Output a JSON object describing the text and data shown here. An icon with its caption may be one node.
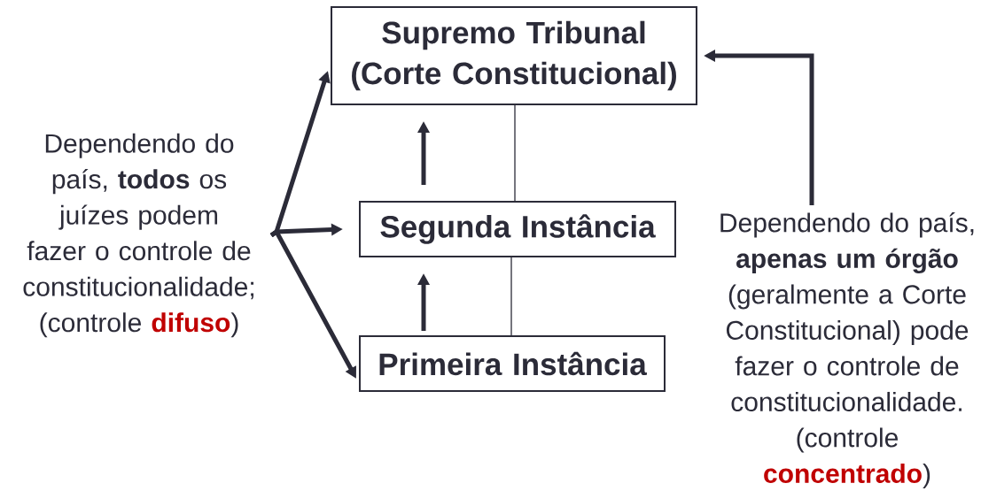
{
  "diagram": {
    "nodes": [
      {
        "text": [
          "Supremo Tribunal (Corte Constitucional)"
        ]
      },
      {
        "text": [
          "Segunda Instância"
        ]
      },
      {
        "text": [
          "Primeira Instância"
        ]
      },
      {
        "text": [
          "Dependendo do país, **todos** os juízes podem fazer o controle de constitucionalidade;",
          "(controle **difuso**)"
        ]
      },
      {
        "text": [
          "Dependendo do país, **apenas um órgão** (geralmente a Corte Constitucional) pode fazer o controle de constitucionalidade.",
          "(controle **concentrado**)"
        ]
      }
    ],
    "edges": [
      {
        "from": 3,
        "to": 0,
        "arrow": "to"
      },
      {
        "from": 3,
        "to": 1,
        "arrow": "to"
      },
      {
        "from": 3,
        "to": 2,
        "arrow": "to"
      },
      {
        "from": 1,
        "to": 0,
        "arrow": "to"
      },
      {
        "from": 2,
        "to": 1,
        "arrow": "to"
      },
      {
        "from": 0,
        "to": 1,
        "arrow": "none"
      },
      {
        "from": 1,
        "to": 2,
        "arrow": "none"
      },
      {
        "from": 4,
        "to": 0,
        "arrow": "to"
      }
    ]
  }
}
